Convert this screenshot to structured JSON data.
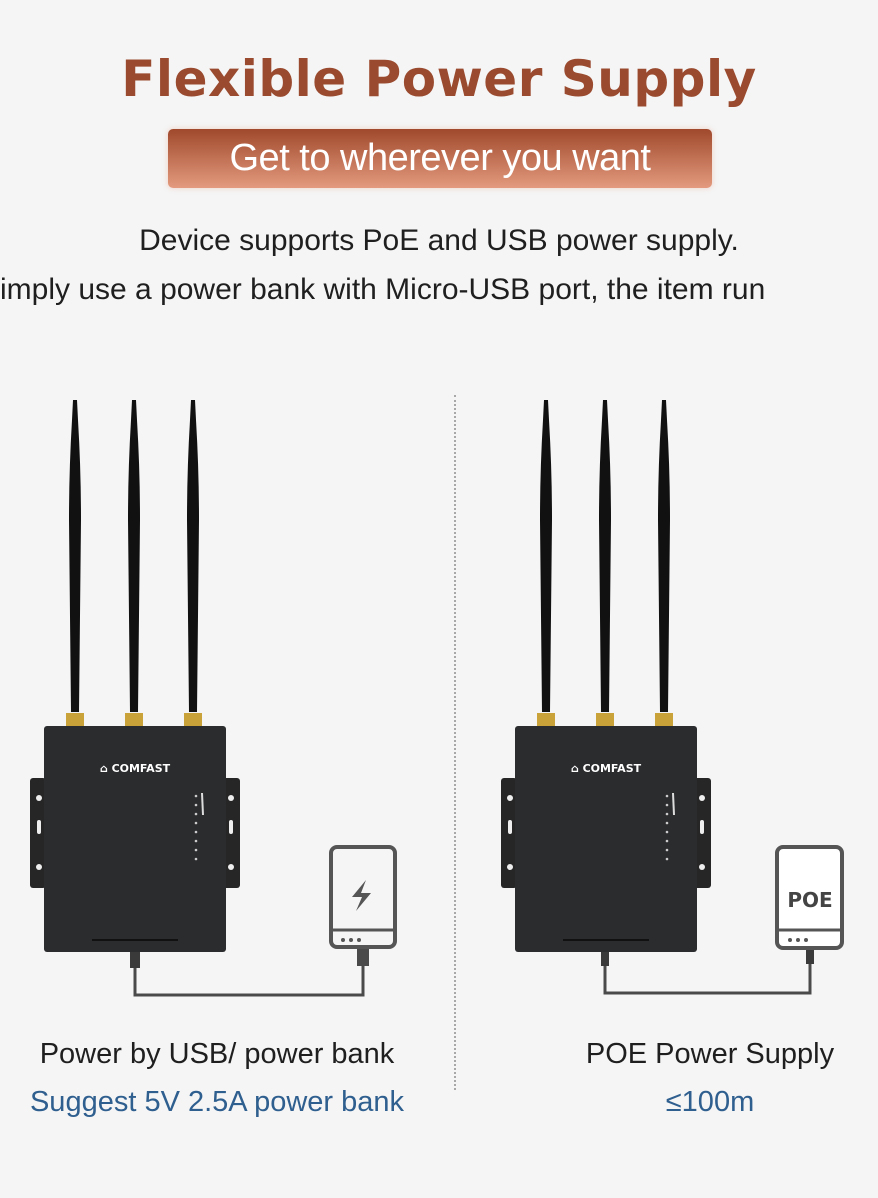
{
  "header": {
    "title": "Flexible Power Supply",
    "badge": "Get to wherever you want",
    "description_lines": [
      "Device supports PoE and USB power supply.",
      "imply use a power bank with Micro-USB port, the item run"
    ]
  },
  "colors": {
    "title": "#9a4a2e",
    "badge_top": "#a0492c",
    "badge_bottom": "#e39a7e",
    "caption_sub": "#2f5f8f"
  },
  "left_panel": {
    "device_logo": "COMFAST",
    "power_icon": "lightning-icon",
    "caption": "Power by USB/ power bank",
    "subcaption": "Suggest 5V 2.5A power bank"
  },
  "right_panel": {
    "device_logo": "COMFAST",
    "power_label": "POE",
    "caption": "POE Power Supply",
    "subcaption": "≤100m"
  }
}
